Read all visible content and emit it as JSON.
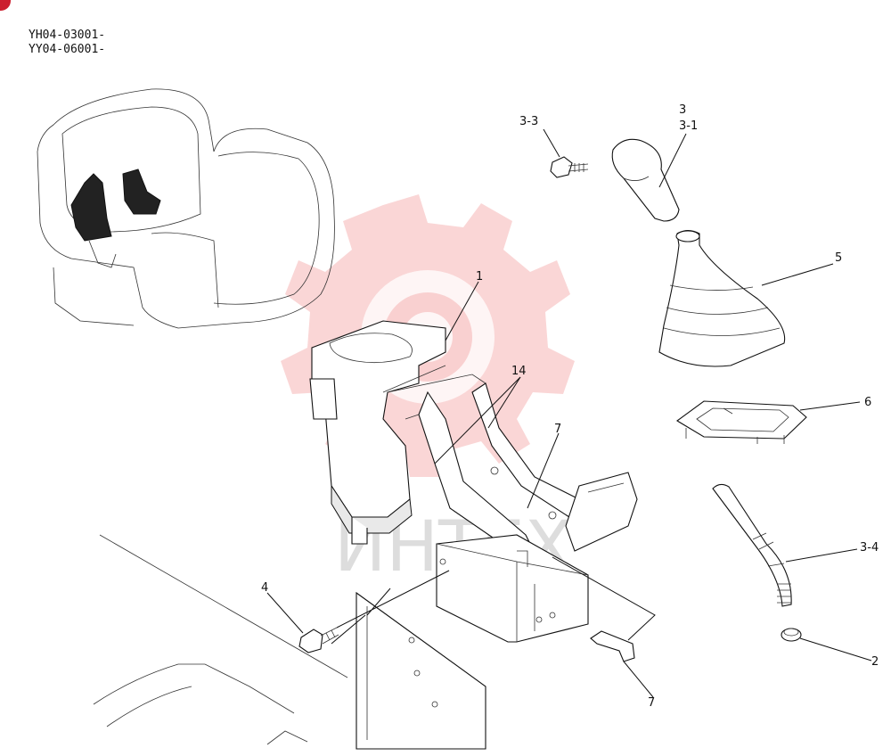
{
  "header": {
    "serial_line_1": "YH04-03001-",
    "serial_line_2": "YY04-06001-"
  },
  "watermark": {
    "text": "ИНТЕХ",
    "color": "#f4a3a3"
  },
  "corner_badge": {
    "color": "#cc1f2f"
  },
  "callouts": {
    "c1": "1",
    "c2": "2",
    "c3": "3",
    "c3_1": "3-1",
    "c3_3": "3-3",
    "c3_4": "3-4",
    "c4": "4",
    "c5": "5",
    "c6": "6",
    "c7_top": "7",
    "c7_bottom": "7",
    "c14": "14"
  }
}
